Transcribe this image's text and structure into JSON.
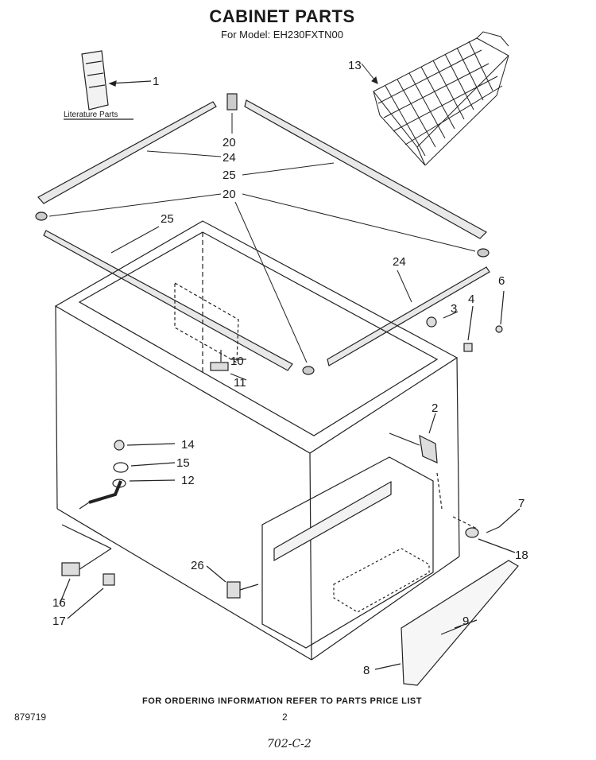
{
  "title": "CABINET PARTS",
  "model": "For Model: EH230FXTN00",
  "literature_label": "Literature Parts",
  "callouts": {
    "c1": "1",
    "c2": "2",
    "c3": "3",
    "c4": "4",
    "c6": "6",
    "c7": "7",
    "c8": "8",
    "c9": "9",
    "c10": "10",
    "c11": "11",
    "c12": "12",
    "c13": "13",
    "c14": "14",
    "c15": "15",
    "c16": "16",
    "c17": "17",
    "c18": "18",
    "c20a": "20",
    "c20b": "20",
    "c24a": "24",
    "c24b": "24",
    "c25a": "25",
    "c25b": "25",
    "c26": "26"
  },
  "footer": {
    "ordering_note": "FOR ORDERING INFORMATION REFER TO PARTS PRICE LIST",
    "code": "879719",
    "page": "2",
    "handwritten": "702-C-2"
  }
}
